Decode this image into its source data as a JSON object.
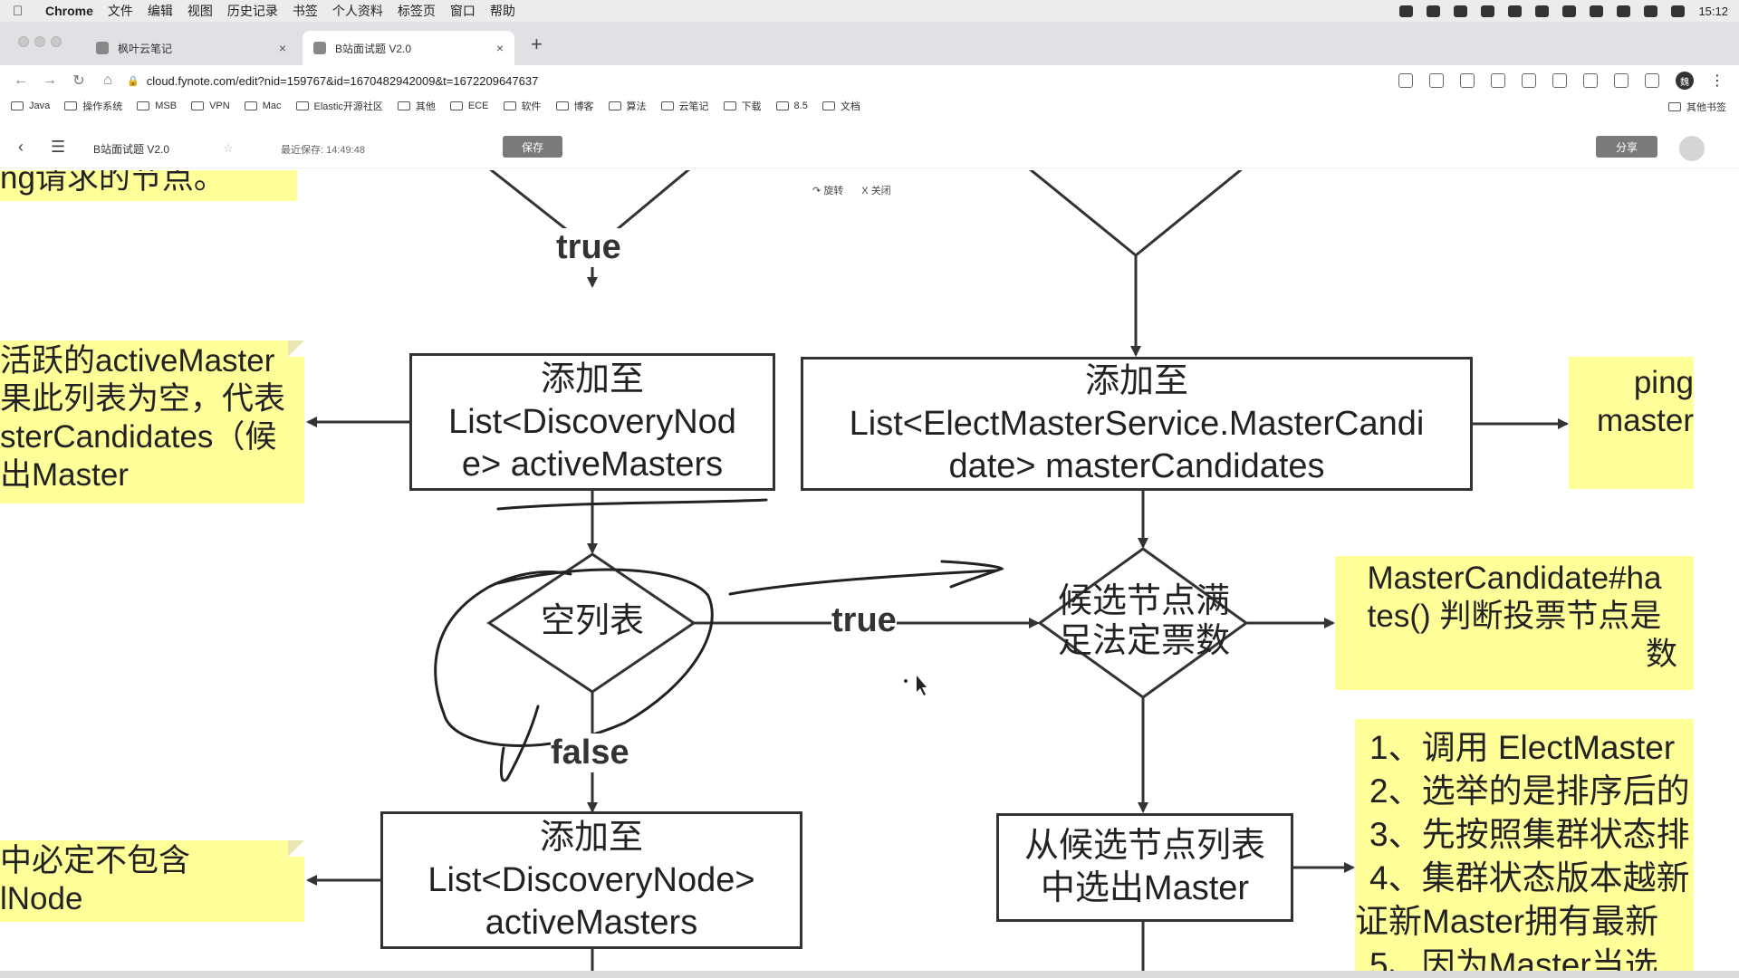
{
  "menubar": {
    "app_name": "Chrome",
    "items": [
      "文件",
      "编辑",
      "视图",
      "历史记录",
      "书签",
      "个人资料",
      "标签页",
      "窗口",
      "帮助"
    ],
    "clock": "15:12"
  },
  "tabs": [
    {
      "title": "枫叶云笔记"
    },
    {
      "title": "B站面试题 V2.0"
    }
  ],
  "toolbar": {
    "url": "cloud.fynote.com/edit?nid=159767&id=1670482942009&t=1672209647637",
    "profile_initial": "魏"
  },
  "bookmarks": [
    "Java",
    "操作系统",
    "MSB",
    "VPN",
    "Mac",
    "Elastic开源社区",
    "其他",
    "ECE",
    "软件",
    "博客",
    "算法",
    "云笔记",
    "下载",
    "8.5",
    "文档"
  ],
  "bookmarks_other": "其他书签",
  "header": {
    "doc_title": "B站面试题 V2.0",
    "last_saved": "最近保存: 14:49:48",
    "save_label": "保存",
    "share_label": "分享"
  },
  "hints": {
    "rotate": "旋转",
    "close": "关闭"
  },
  "diagram": {
    "note_top_left": "ng请求的节点。",
    "note_left_1": [
      "活跃的activeMaster",
      "果此列表为空，代表",
      "sterCandidates（候",
      "出Master"
    ],
    "note_left_2": [
      "中必定不包含",
      "lNode"
    ],
    "note_right_1": [
      "ping",
      "master"
    ],
    "note_right_2": [
      "MasterCandidate#ha",
      "tes() 判断投票节点是",
      "数"
    ],
    "note_right_3": [
      "1、调用 ElectMaster",
      "2、选举的是排序后的",
      "3、先按照集群状态排",
      "4、集群状态版本越新",
      "证新Master拥有最新",
      "5、因为Master当选"
    ],
    "box_active_1": [
      "添加至",
      "List<DiscoveryNod",
      "e> activeMasters"
    ],
    "box_candidates": [
      "添加至",
      "List<ElectMasterService.MasterCandi",
      "date> masterCandidates"
    ],
    "box_active_2": [
      "添加至",
      "List<DiscoveryNode>",
      "activeMasters"
    ],
    "box_select": [
      "从候选节点列表",
      "中选出Master"
    ],
    "diamond_empty": "空列表",
    "diamond_quorum": [
      "候选节点满",
      "足法定票数"
    ],
    "label_true_top": "true",
    "label_true_mid": "true",
    "label_false": "false"
  }
}
